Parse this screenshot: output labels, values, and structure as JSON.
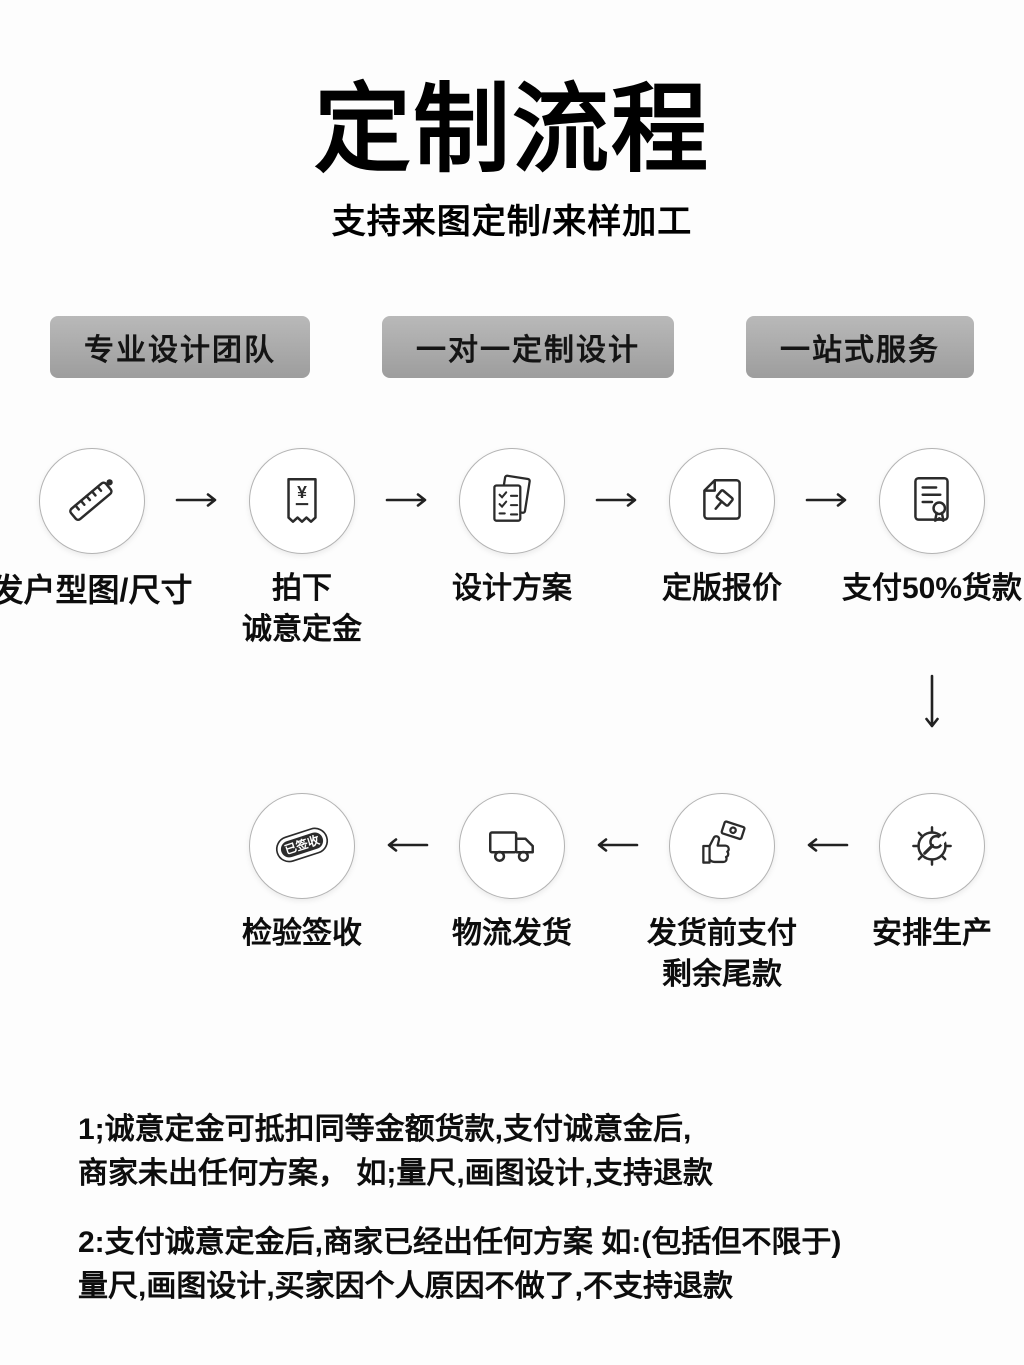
{
  "header": {
    "title": "定制流程",
    "subtitle": "支持来图定制/来样加工"
  },
  "badges": [
    {
      "label": "专业设计团队"
    },
    {
      "label": "一对一定制设计"
    },
    {
      "label": "一站式服务"
    }
  ],
  "flow_row1": {
    "steps": [
      {
        "label": "发户型图/尺寸",
        "icon": "ruler-icon"
      },
      {
        "label": "拍下\n诚意定金",
        "icon": "deposit-receipt-icon",
        "icon_text": "¥"
      },
      {
        "label": "设计方案",
        "icon": "design-plan-icon"
      },
      {
        "label": "定版报价",
        "icon": "finalize-quote-icon"
      },
      {
        "label": "支付50%货款",
        "icon": "pay-50-percent-icon"
      }
    ]
  },
  "flow_row2": {
    "steps": [
      {
        "label": "检验签收",
        "icon": "receipt-stamp-icon",
        "stamp_text": "已签收"
      },
      {
        "label": "物流发货",
        "icon": "delivery-truck-icon"
      },
      {
        "label": "发货前支付\n剩余尾款",
        "icon": "pay-balance-icon"
      },
      {
        "label": "安排生产",
        "icon": "production-gear-icon"
      }
    ]
  },
  "notes": [
    {
      "text": "1;诚意定金可抵扣同等金额货款,支付诚意金后,\n商家未出任何方案， 如;量尺,画图设计,支持退款"
    },
    {
      "text": "2:支付诚意定金后,商家已经出任何方案 如:(包括但不限于)\n量尺,画图设计,买家因个人原因不做了,不支持退款"
    }
  ]
}
